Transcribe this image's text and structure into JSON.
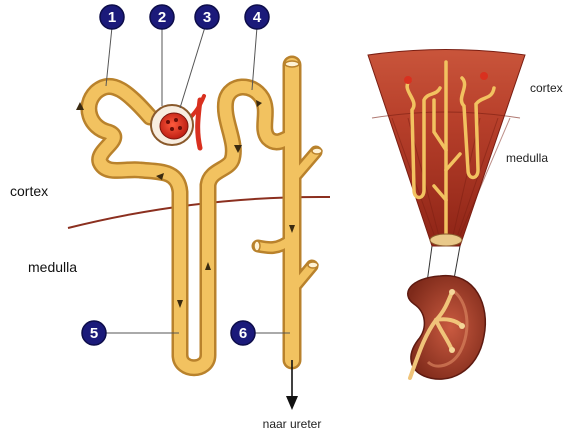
{
  "markers": [
    {
      "label": "1"
    },
    {
      "label": "2"
    },
    {
      "label": "3"
    },
    {
      "label": "4"
    },
    {
      "label": "5"
    },
    {
      "label": "6"
    }
  ],
  "labels": {
    "cortex_left": "cortex",
    "medulla_left": "medulla",
    "cortex_right": "cortex",
    "medulla_right": "medulla",
    "ureter": "naar ureter"
  },
  "colors": {
    "marker_fill": "#1b1a7a",
    "tubule_fill": "#f2c260",
    "tubule_edge": "#b9822c",
    "blood": "#d9301f",
    "tissue_cortex": "#c24a35",
    "tissue_medulla": "#9e2b1c",
    "boundary_line": "#8b2f1f"
  },
  "icons": [
    "arrow-down-icon",
    "flow-arrow-icon"
  ]
}
